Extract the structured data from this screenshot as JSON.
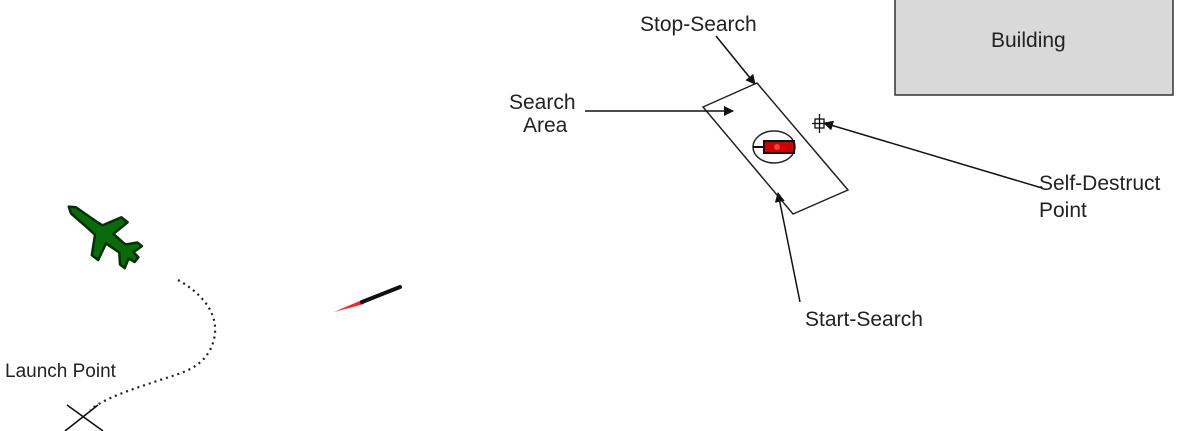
{
  "labels": {
    "stop_search": "Stop-Search",
    "search_area_1": "Search",
    "search_area_2": "Area",
    "building": "Building",
    "self_destruct_1": "Self-Destruct",
    "self_destruct_2": "Point",
    "start_search": "Start-Search",
    "launch_point": "Launch Point"
  },
  "colors": {
    "jet": "#0a6b0a",
    "building": "#d9d9d9",
    "missile_plume": "#ff2020",
    "target": "#d00000"
  }
}
